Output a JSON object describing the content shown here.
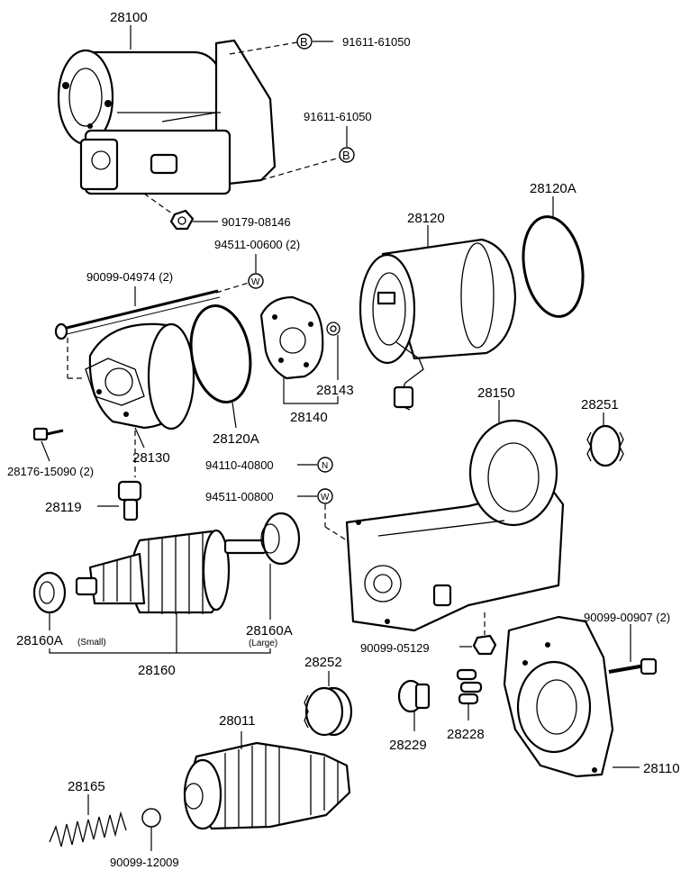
{
  "labels": {
    "p28100": "28100",
    "p91611a": "91611-61050",
    "p91611b": "91611-61050",
    "p90179": "90179-08146",
    "p94511a": "94511-00600 (2)",
    "p90099a": "90099-04974 (2)",
    "p28120": "28120",
    "p28120A_top": "28120A",
    "p28143": "28143",
    "p28140": "28140",
    "p28130": "28130",
    "p28120A_mid": "28120A",
    "p28176": "28176-15090 (2)",
    "p28119": "28119",
    "p94110": "94110-40800",
    "p94511b": "94511-00800",
    "p28150": "28150",
    "p28251": "28251",
    "p28160A_small": "28160A",
    "p28160A_small_note": "(Small)",
    "p28160A_large": "28160A",
    "p28160A_large_note": "(Large)",
    "p28160": "28160",
    "p90099b": "90099-05129",
    "p90099c": "90099-00907 (2)",
    "p28252": "28252",
    "p28011": "28011",
    "p28229": "28229",
    "p28228": "28228",
    "p28110": "28110",
    "p28165": "28165",
    "p90099d": "90099-12009"
  },
  "symbols": {
    "B": "B",
    "W": "W",
    "N": "N"
  }
}
